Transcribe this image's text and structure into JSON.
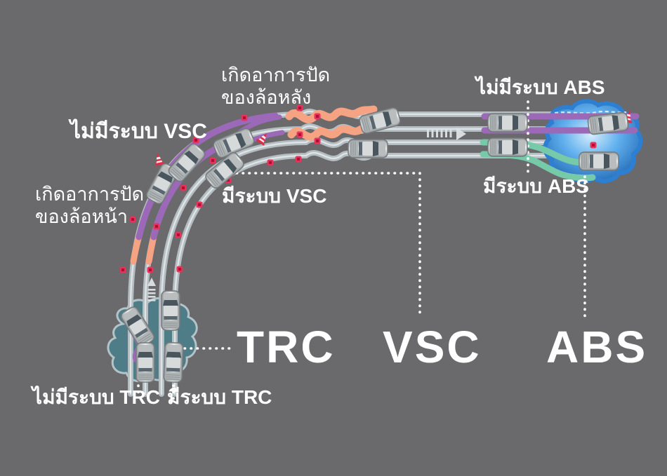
{
  "title": "TRC / VSC / ABS active safety systems diagram",
  "colors": {
    "bg": "#6a696b",
    "text": "#ffffff",
    "road": "#b4bdc1",
    "road-core": "#e3e8ea",
    "track-purple": "#9c68b8",
    "track-orange": "#f5a382",
    "track-green": "#76caa9",
    "puddle-edge": "#2d7fd2",
    "puddle-deep": "#1f66b4",
    "puddle-light": "#d6edfb",
    "slippery-teal": "#4e7c87",
    "slippery-edge": "#b3c3c8",
    "marker-red": "#e8315b",
    "marker-red-dark": "#b00f35",
    "cone-red": "#dd2f4a",
    "arrow-gray": "#dde3e5"
  },
  "systems": {
    "trc": "TRC",
    "vsc": "VSC",
    "abs": "ABS"
  },
  "labels": {
    "rear_slip_line1": "เกิดอาการปัด",
    "rear_slip_line2": "ของล้อหลัง",
    "front_slip_line1": "เกิดอาการปัด",
    "front_slip_line2": "ของล้อหน้า",
    "no_vsc": "ไม่มีระบบ VSC",
    "with_vsc": "มีระบบ VSC",
    "no_abs": "ไม่มีระบบ ABS",
    "with_abs": "มีระบบ ABS",
    "no_trc": "ไม่มีระบบ TRC",
    "with_trc": "มีระบบ TRC"
  }
}
